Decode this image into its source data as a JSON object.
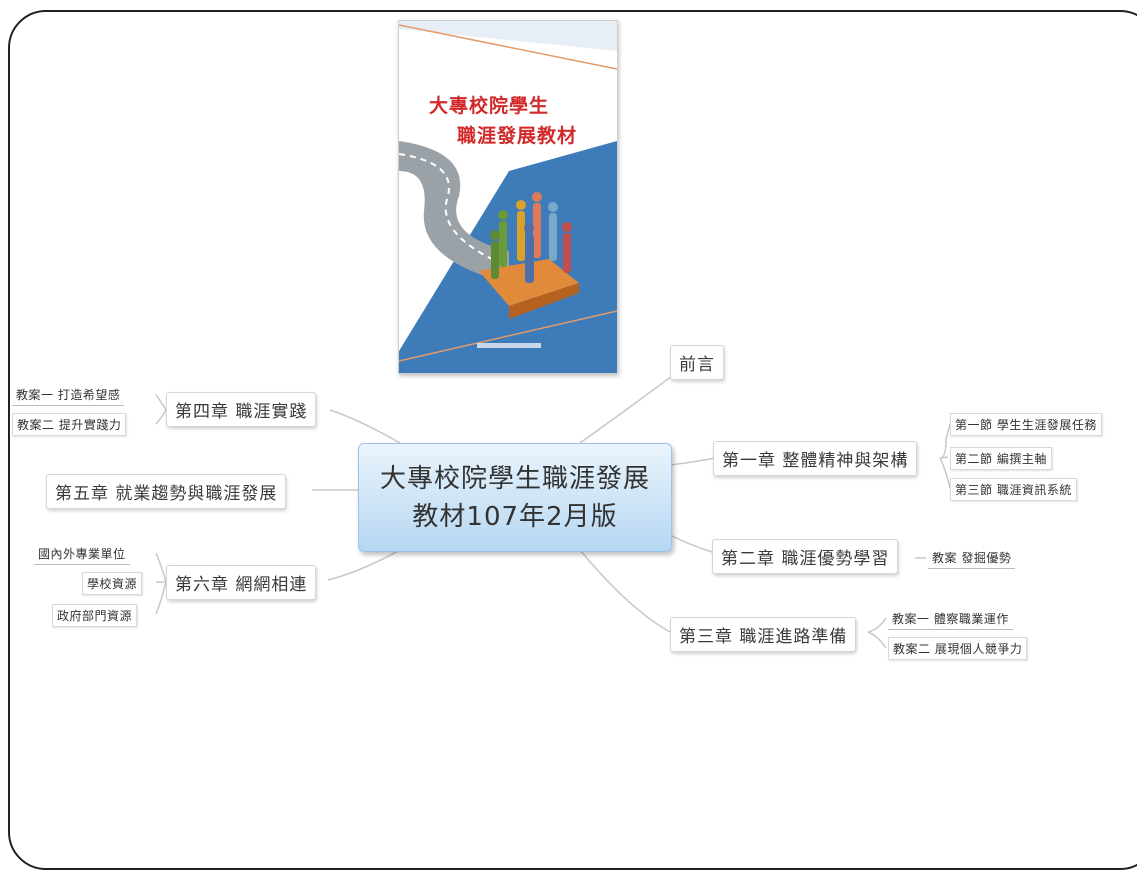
{
  "central": {
    "line1": "大專校院學生職涯發展",
    "line2": "教材107年2月版"
  },
  "book": {
    "title_line1": "大專校院學生",
    "title_line2": "職涯發展教材"
  },
  "right": {
    "preface": "前言",
    "ch1": {
      "label": "第一章  整體精神與架構",
      "subs": [
        "第一節  學生生涯發展任務",
        "第二節  編撰主軸",
        "第三節  職涯資訊系統"
      ]
    },
    "ch2": {
      "label": "第二章  職涯優勢學習",
      "subs": [
        "教案  發掘優勢"
      ]
    },
    "ch3": {
      "label": "第三章  職涯進路準備",
      "subs": [
        "教案一  體察職業運作",
        "教案二  展現個人競爭力"
      ]
    }
  },
  "left": {
    "ch4": {
      "label": "第四章  職涯實踐",
      "subs": [
        "教案一  打造希望感",
        "教案二  提升實踐力"
      ]
    },
    "ch5": {
      "label": "第五章  就業趨勢與職涯發展"
    },
    "ch6": {
      "label": "第六章  網網相連",
      "subs": [
        "國內外專業單位",
        "學校資源",
        "政府部門資源"
      ]
    }
  },
  "colors": {
    "central_top": "#eaf4fc",
    "central_bottom": "#b6d7f2",
    "book_blue": "#3d7cb8",
    "book_title": "#d22a2a"
  }
}
